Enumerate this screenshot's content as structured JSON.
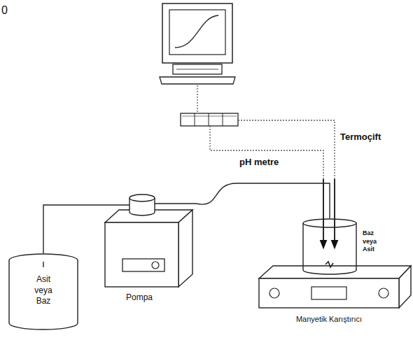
{
  "diagram": {
    "nodes": [
      {
        "text": [
          "Asit veya Baz"
        ]
      },
      {
        "text": [
          "Pompa"
        ]
      },
      {
        "text": [
          "Baz veya Asit"
        ]
      },
      {
        "text": [
          "Manyetik Karıştırıcı"
        ]
      }
    ],
    "edges": [
      {
        "from": 0,
        "to": 1,
        "arrow": "none"
      },
      {
        "from": 1,
        "to": 2,
        "arrow": "none"
      }
    ],
    "labels": [
      "0",
      "pH metre",
      "Termoçift"
    ]
  }
}
